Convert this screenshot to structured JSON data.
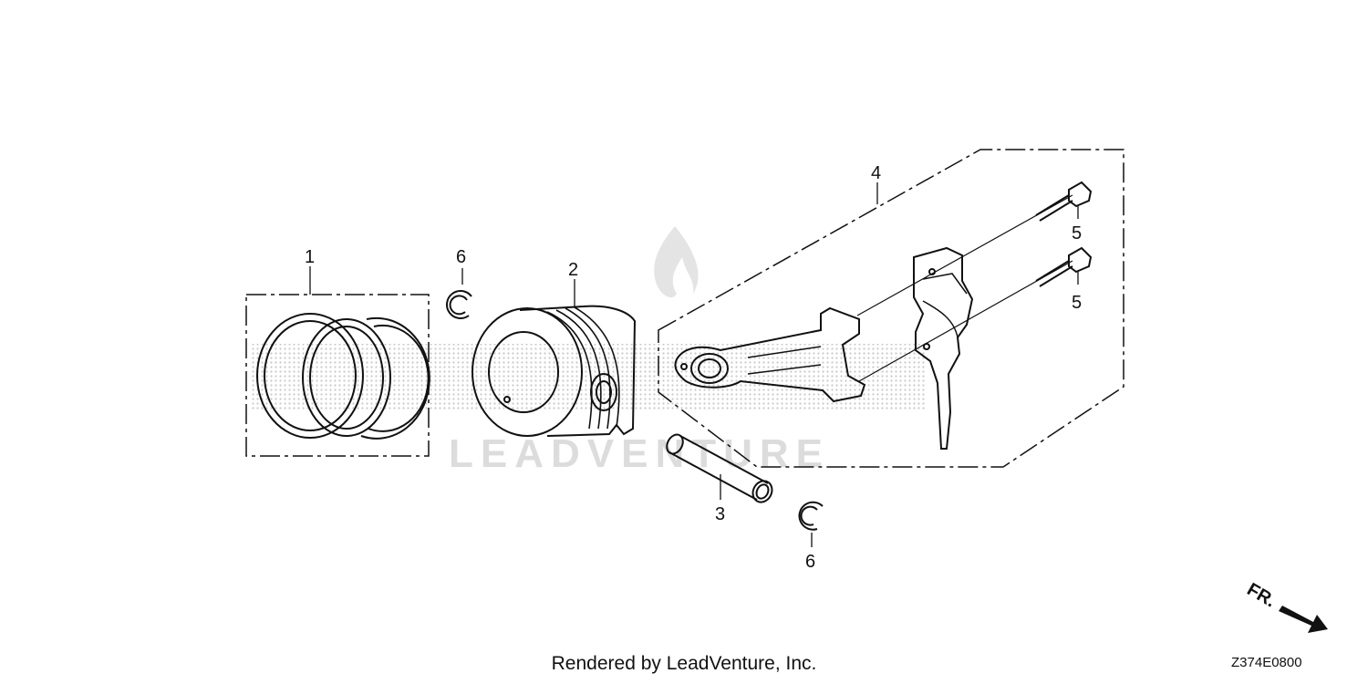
{
  "diagram": {
    "callouts": {
      "piston_ring_set": "1",
      "piston": "2",
      "piston_pin": "3",
      "connecting_rod_assy": "4",
      "rod_bolt_upper": "5",
      "rod_bolt_lower": "5",
      "pin_clip_upper": "6",
      "pin_clip_lower": "6"
    },
    "front_label": "FR.",
    "watermark_text": "LEADVENTURE",
    "diagram_code": "Z374E0800"
  },
  "footer": {
    "rendered_by": "Rendered by LeadVenture, Inc."
  }
}
